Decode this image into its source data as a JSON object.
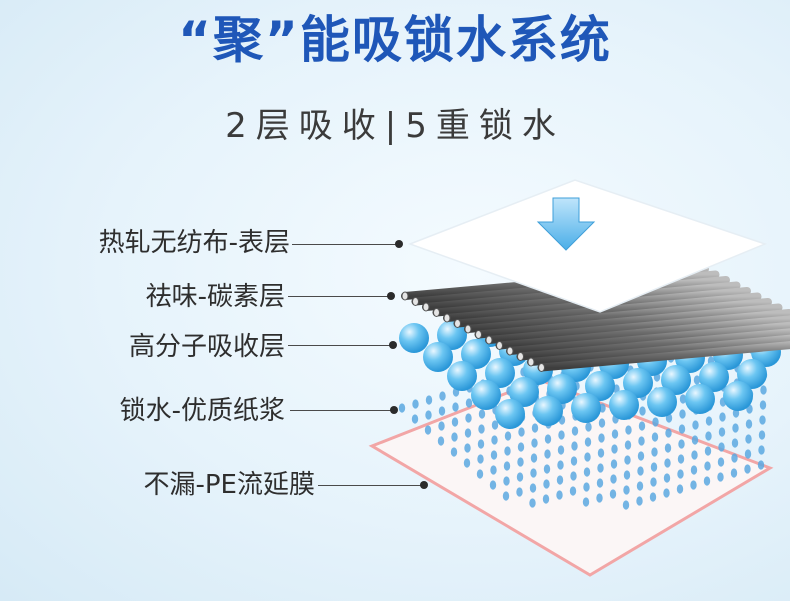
{
  "header": {
    "title": "“聚”能吸锁水系统",
    "subtitle": "2层吸收|5重锁水"
  },
  "layers": [
    {
      "label": "热轧无纺布-表层"
    },
    {
      "label": "祛味-碳素层"
    },
    {
      "label": "高分子吸收层"
    },
    {
      "label": "锁水-优质纸浆"
    },
    {
      "label": "不漏-PE流延膜"
    }
  ],
  "icons": {
    "arrow": "down-arrow-icon"
  },
  "colors": {
    "title": "#1f57b8",
    "arrow": "#5bb6ea",
    "bead": "#4fb8ec",
    "fiber": "#5aa8e0",
    "tube": "#7a7a7a",
    "film_border": "#f2a6a6"
  }
}
